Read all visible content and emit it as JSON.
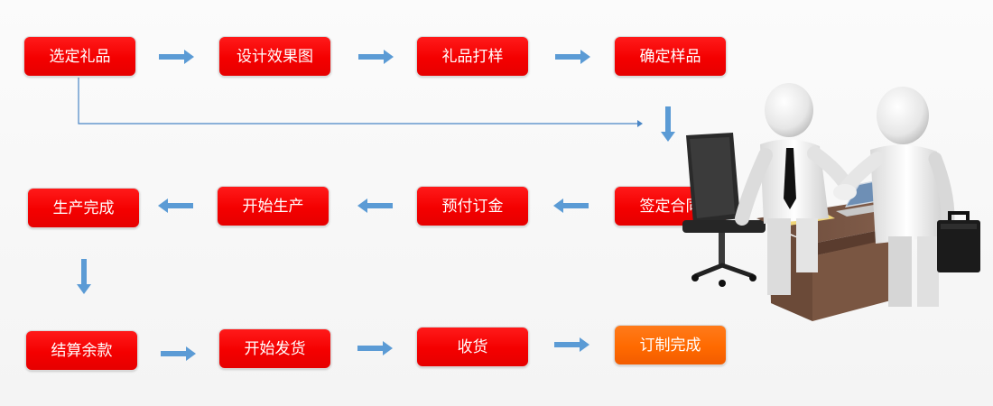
{
  "steps": {
    "select_gift": "选定礼品",
    "design_render": "设计效果图",
    "gift_sample": "礼品打样",
    "confirm_sample": "确定样品",
    "sign_contract": "签定合同",
    "prepay_deposit": "预付订金",
    "start_production": "开始生产",
    "production_done": "生产完成",
    "settle_balance": "结算余款",
    "start_shipping": "开始发货",
    "receive_goods": "收货",
    "order_complete": "订制完成"
  },
  "colors": {
    "step_red": "#f40000",
    "step_final_orange": "#ff6a00",
    "arrow_blue": "#5b9bd5",
    "line_blue": "#4a86c6"
  },
  "illustration": "business-handshake-illustration"
}
